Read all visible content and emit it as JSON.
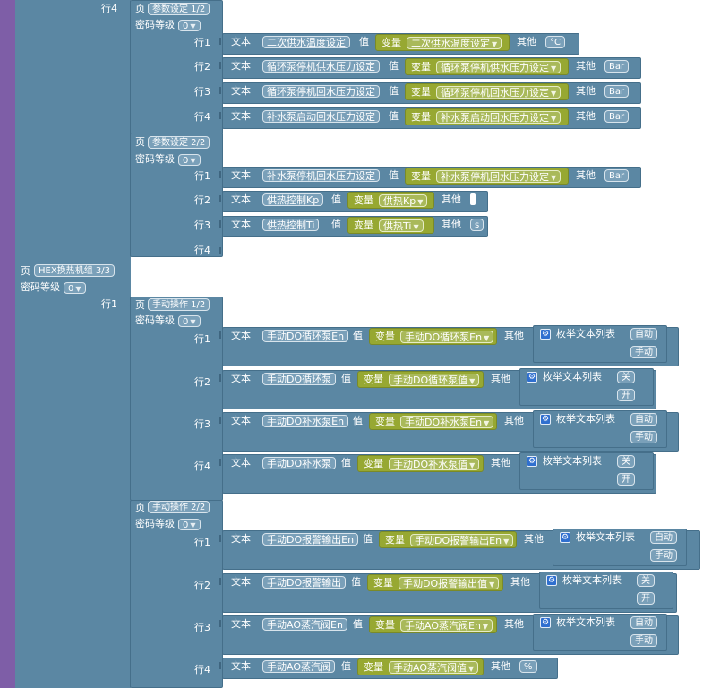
{
  "labels": {
    "page": "页",
    "password_level": "密码等级",
    "text": "文本",
    "value": "值",
    "variable": "变量",
    "other": "其他",
    "enum_list": "枚举文本列表"
  },
  "outer_row_top": "行4",
  "outer_row_hex": "行1",
  "hex_page": {
    "title": "HEX换热机组 3/3",
    "password": "0"
  },
  "param1": {
    "title": "参数设定 1/2",
    "password": "0",
    "rows": [
      {
        "row": "行1",
        "text": "二次供水温度设定",
        "var": "二次供水温度设定",
        "unit": "°C"
      },
      {
        "row": "行2",
        "text": "循环泵停机供水压力设定",
        "var": "循环泵停机供水压力设定",
        "unit": "Bar"
      },
      {
        "row": "行3",
        "text": "循环泵停机回水压力设定",
        "var": "循环泵停机回水压力设定",
        "unit": "Bar"
      },
      {
        "row": "行4",
        "text": "补水泵启动回水压力设定",
        "var": "补水泵启动回水压力设定",
        "unit": "Bar"
      }
    ]
  },
  "param2": {
    "title": "参数设定 2/2",
    "password": "0",
    "rows": [
      {
        "row": "行1",
        "text": "补水泵停机回水压力设定",
        "var": "补水泵停机回水压力设定",
        "unit": "Bar"
      },
      {
        "row": "行2",
        "text": "供热控制Kp",
        "var": "供热Kp",
        "unit": ""
      },
      {
        "row": "行3",
        "text": "供热控制Ti",
        "var": "供热Ti",
        "unit": "s"
      },
      {
        "row": "行4"
      }
    ]
  },
  "manual1": {
    "title": "手动操作 1/2",
    "password": "0",
    "rows": [
      {
        "row": "行1",
        "text": "手动DO循环泵En",
        "var": "手动DO循环泵En",
        "items": [
          "自动",
          "手动"
        ]
      },
      {
        "row": "行2",
        "text": "手动DO循环泵",
        "var": "手动DO循环泵值",
        "items": [
          "关",
          "开"
        ]
      },
      {
        "row": "行3",
        "text": "手动DO补水泵En",
        "var": "手动DO补水泵En",
        "items": [
          "自动",
          "手动"
        ]
      },
      {
        "row": "行4",
        "text": "手动DO补水泵",
        "var": "手动DO补水泵值",
        "items": [
          "关",
          "开"
        ]
      }
    ]
  },
  "manual2": {
    "title": "手动操作 2/2",
    "password": "0",
    "rows": [
      {
        "row": "行1",
        "text": "手动DO报警输出En",
        "var": "手动DO报警输出En",
        "items": [
          "自动",
          "手动"
        ]
      },
      {
        "row": "行2",
        "text": "手动DO报警输出",
        "var": "手动DO报警输出值",
        "items": [
          "关",
          "开"
        ]
      },
      {
        "row": "行3",
        "text": "手动AO蒸汽阀En",
        "var": "手动AO蒸汽阀En",
        "items": [
          "自动",
          "手动"
        ]
      },
      {
        "row": "行4",
        "text": "手动AO蒸汽阀",
        "var": "手动AO蒸汽阀值",
        "unit": "%"
      }
    ]
  },
  "colors": {
    "block": "#5b87a3",
    "variable": "#97a832",
    "outer": "#7e5ea7",
    "gear": "#2f6fcf"
  }
}
